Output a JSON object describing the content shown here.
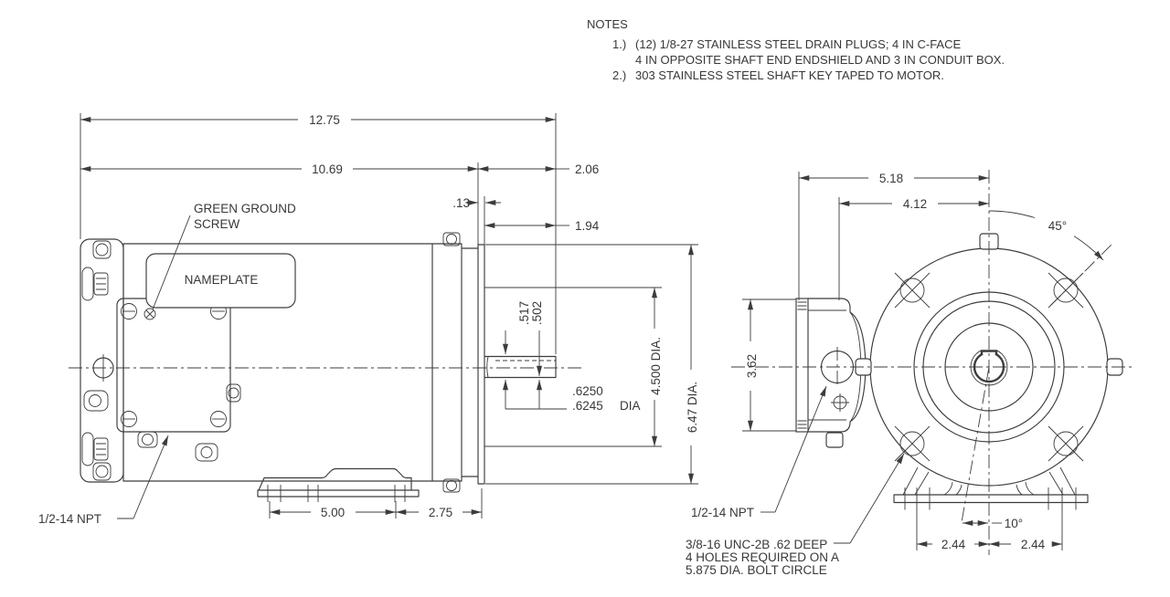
{
  "notes": {
    "title": "NOTES",
    "n1_prefix": "1.)",
    "n1_line1": "(12) 1/8-27 STAINLESS STEEL DRAIN PLUGS;  4 IN C-FACE",
    "n1_line2": "4 IN OPPOSITE SHAFT END ENDSHIELD AND 3 IN CONDUIT BOX.",
    "n2_prefix": "2.)",
    "n2_line1": "303 STAINLESS STEEL SHAFT KEY TAPED TO MOTOR."
  },
  "side_view": {
    "overall_length": "12.75",
    "body_length": "10.69",
    "shaft_end_length": "2.06",
    "slinger_gap": ".13",
    "shaft_length": "1.94",
    "keyseat_upper": ".517",
    "keyseat_lower": ".502",
    "cface_rabbet_dia": "4.500 DIA.",
    "frame_dia": "6.47 DIA.",
    "shaft_dia_upper": ".6250",
    "shaft_dia_lower": ".6245",
    "shaft_dia_suffix": "DIA",
    "foot_hole_spacing": "5.00",
    "foot_to_face": "2.75",
    "ground_label_line1": "GREEN GROUND",
    "ground_label_line2": "SCREW",
    "nameplate_label": "NAMEPLATE",
    "npt_label": "1/2-14 NPT"
  },
  "end_view": {
    "overall_width": "5.18",
    "box_width": "4.12",
    "bolt_angle": "45°",
    "box_height": "3.62",
    "foot_angle": "10°",
    "foot_left": "2.44",
    "foot_right": "2.44",
    "npt_label": "1/2-14 NPT",
    "tap_note_line1": "3/8-16 UNC-2B .62 DEEP",
    "tap_note_line2": "4 HOLES REQUIRED ON A",
    "tap_note_line3": "5.875 DIA. BOLT CIRCLE"
  },
  "colors": {
    "line": "#3c3c3c",
    "background": "#ffffff"
  }
}
